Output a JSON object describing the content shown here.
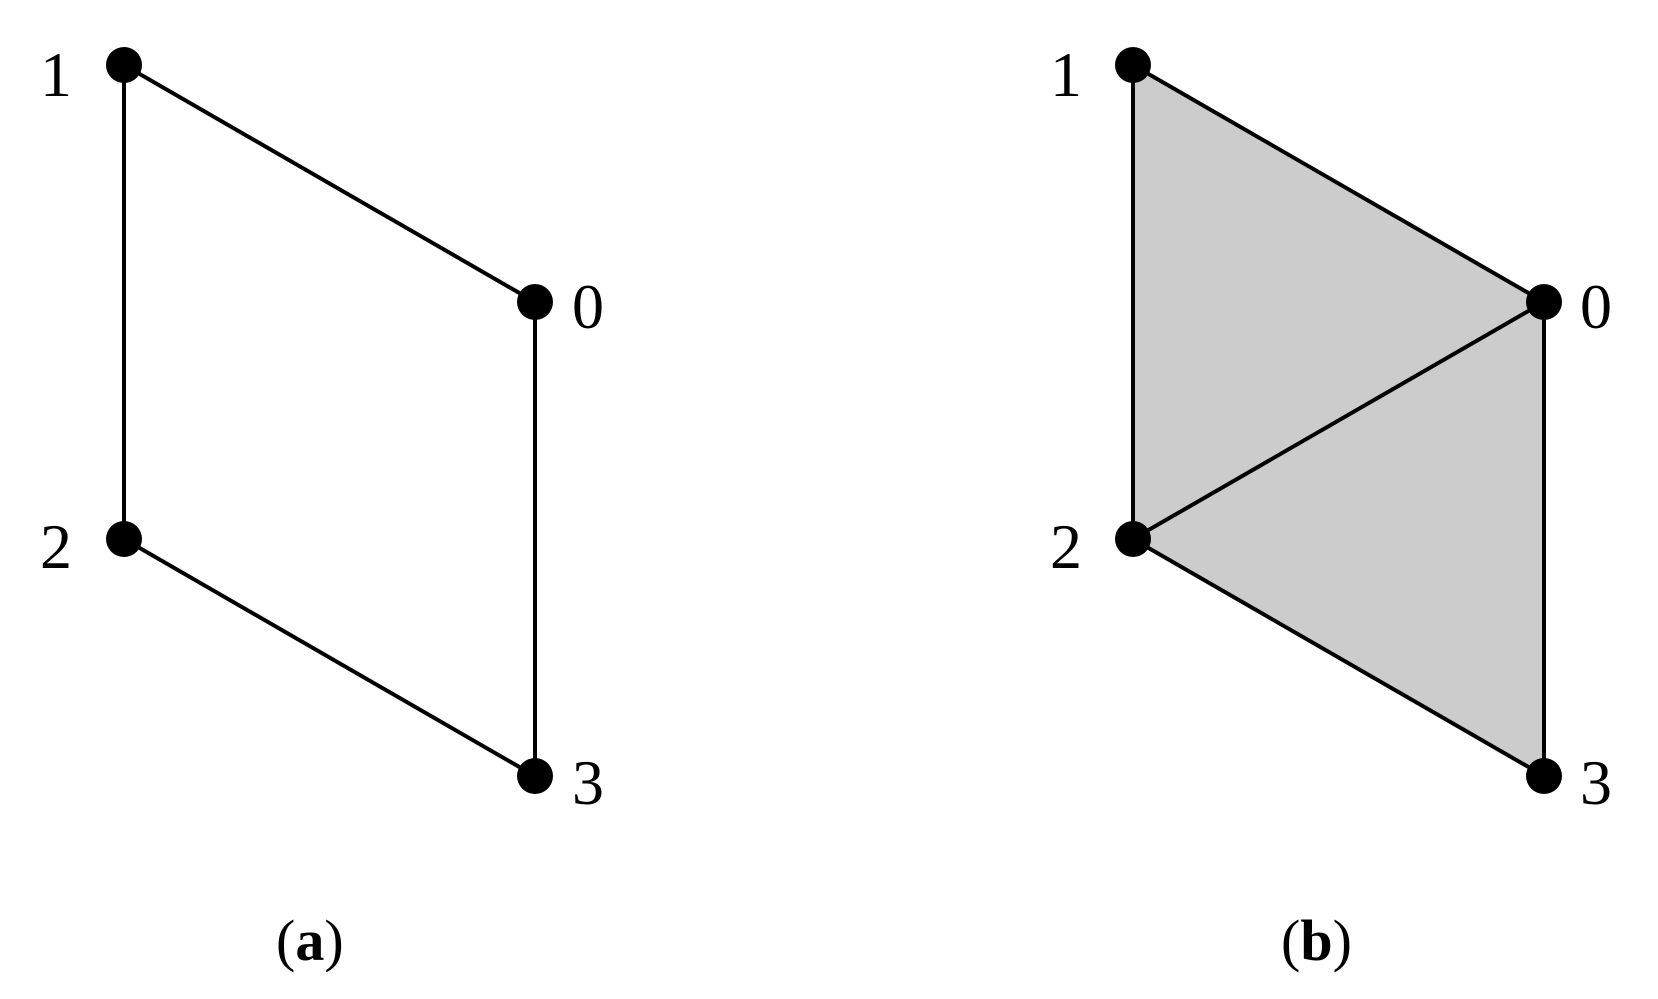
{
  "colors": {
    "ink": "#000000",
    "face_fill": "#cccccc",
    "background": "#ffffff"
  },
  "panels": [
    {
      "id": "a",
      "caption": {
        "open": "(",
        "letter": "a",
        "close": ")"
      },
      "vertices": [
        {
          "label": "0"
        },
        {
          "label": "1"
        },
        {
          "label": "2"
        },
        {
          "label": "3"
        }
      ],
      "edges": [
        [
          "1",
          "0"
        ],
        [
          "1",
          "2"
        ],
        [
          "0",
          "3"
        ],
        [
          "2",
          "3"
        ]
      ],
      "faces": []
    },
    {
      "id": "b",
      "caption": {
        "open": "(",
        "letter": "b",
        "close": ")"
      },
      "vertices": [
        {
          "label": "0"
        },
        {
          "label": "1"
        },
        {
          "label": "2"
        },
        {
          "label": "3"
        }
      ],
      "edges": [
        [
          "1",
          "0"
        ],
        [
          "1",
          "2"
        ],
        [
          "0",
          "3"
        ],
        [
          "2",
          "3"
        ],
        [
          "2",
          "0"
        ]
      ],
      "faces": [
        [
          "1",
          "0",
          "2"
        ],
        [
          "2",
          "0",
          "3"
        ]
      ]
    }
  ]
}
